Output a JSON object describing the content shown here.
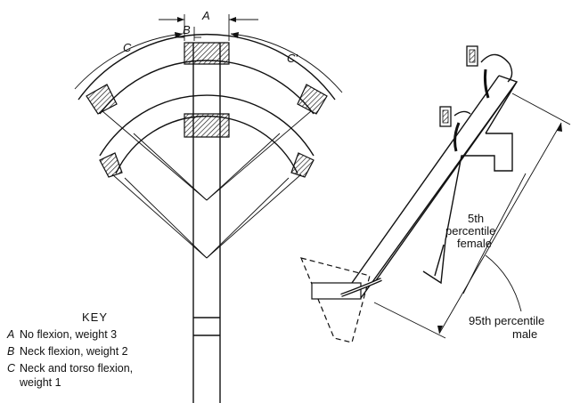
{
  "left_figure": {
    "labels": {
      "A": "A",
      "B": "B",
      "C": "C",
      "C_prime": "C'"
    },
    "key": {
      "title": "KEY",
      "items": [
        {
          "letter": "A",
          "text": "No flexion, weight 3"
        },
        {
          "letter": "B",
          "text": "Neck flexion, weight 2"
        },
        {
          "letter": "C",
          "text": "Neck and torso flexion,",
          "text2": "weight 1"
        }
      ]
    }
  },
  "right_figure": {
    "female_label_1": "5th",
    "female_label_2": "percentile",
    "female_label_3": "female",
    "male_label_1": "95th percentile",
    "male_label_2": "male"
  }
}
